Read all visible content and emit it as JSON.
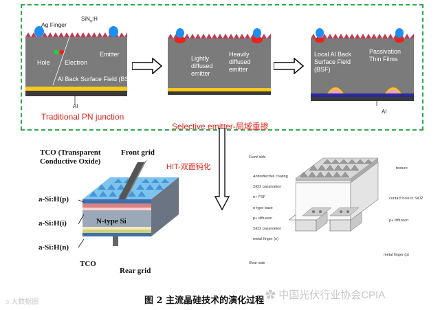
{
  "top_panel": {
    "cell1": {
      "ag_finger": "Ag Finger",
      "sinx": "SiN",
      "sinx_sub": "x",
      "sinx_h": ":H",
      "hole": "Hole",
      "electron": "Electron",
      "emitter": "Emitter",
      "bsf": "Al Back Surface Field (BSF)",
      "al": "Al",
      "caption": "Traditional PN junction"
    },
    "cell2": {
      "lightly": [
        "Lightly",
        "diffused",
        "emitter"
      ],
      "heavily": [
        "Heavily",
        "diffused",
        "emitter"
      ],
      "caption": "Selective emitter-局域重掺"
    },
    "cell3": {
      "local_al": [
        "Local Al Back",
        "Surface Field",
        "(BSF)"
      ],
      "passivation": [
        "Passivation",
        "Thin Films"
      ],
      "al": "Al"
    }
  },
  "hit_label": "HIT-双面钝化",
  "hit_diagram": {
    "tco_title": [
      "TCO (Transparent",
      "Conductive Oxide)"
    ],
    "front_grid": "Front grid",
    "asi_p": "a-Si:H(p)",
    "asi_i": "a-Si:H(i)",
    "asi_n": "a-Si:H(n)",
    "ntype": "N-type Si",
    "tco": "TCO",
    "rear_grid": "Rear grid"
  },
  "rear_diagram": {
    "front_side": "Front side",
    "rear_side": "Rear side",
    "labels_left": [
      "Antireflective coating",
      "SiO2 passivation",
      "n+ FSF",
      "n-type base",
      "p+ diffusion",
      "SiO2 passivation",
      "metal finger (n)"
    ],
    "labels_right": [
      "texture",
      "contact hole in SiO2",
      "p+ diffusion",
      "metal finger (p)"
    ]
  },
  "figure_caption": "图 2 主流晶硅技术的演化过程",
  "watermark_left": "大数据圈",
  "watermark_right": "中国光伏行业协会CPIA",
  "colors": {
    "dashed_border": "#2fa84f",
    "cell_body": "#7a7a7a",
    "bsf_yellow": "#f7c81e",
    "finger_blue": "#1e8ff0",
    "caption_red": "#e8241c",
    "passivation_blue": "#2a2a9a"
  }
}
